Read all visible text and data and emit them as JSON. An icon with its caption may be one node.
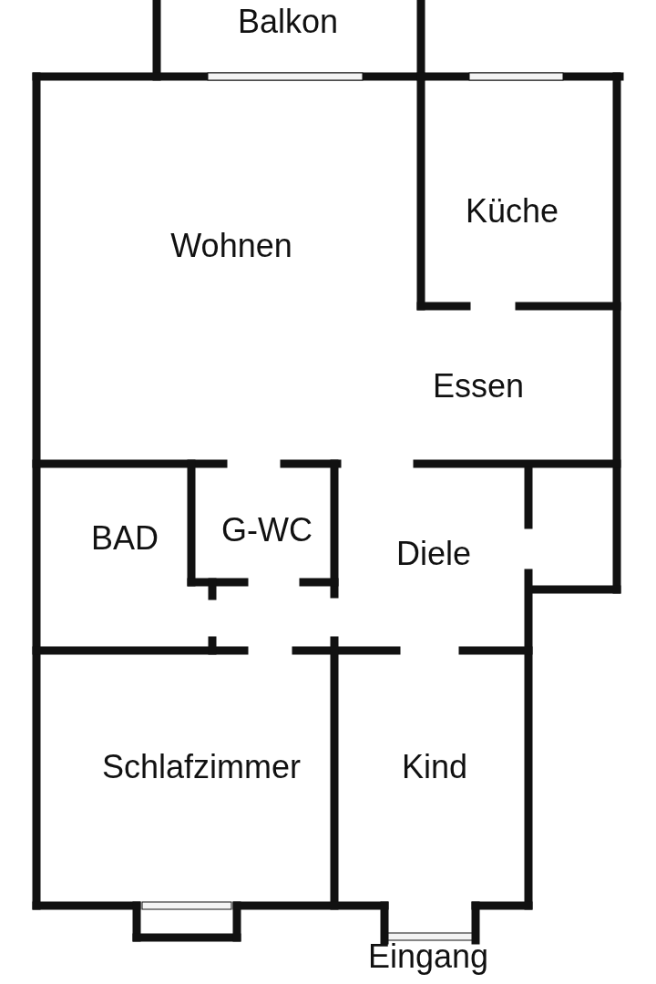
{
  "diagram": {
    "labels": [
      "Balkon",
      "Küche",
      "Wohnen",
      "Essen",
      "BAD",
      "G-WC",
      "Diele",
      "Schlafzimmer",
      "Kind",
      "Eingang"
    ]
  }
}
